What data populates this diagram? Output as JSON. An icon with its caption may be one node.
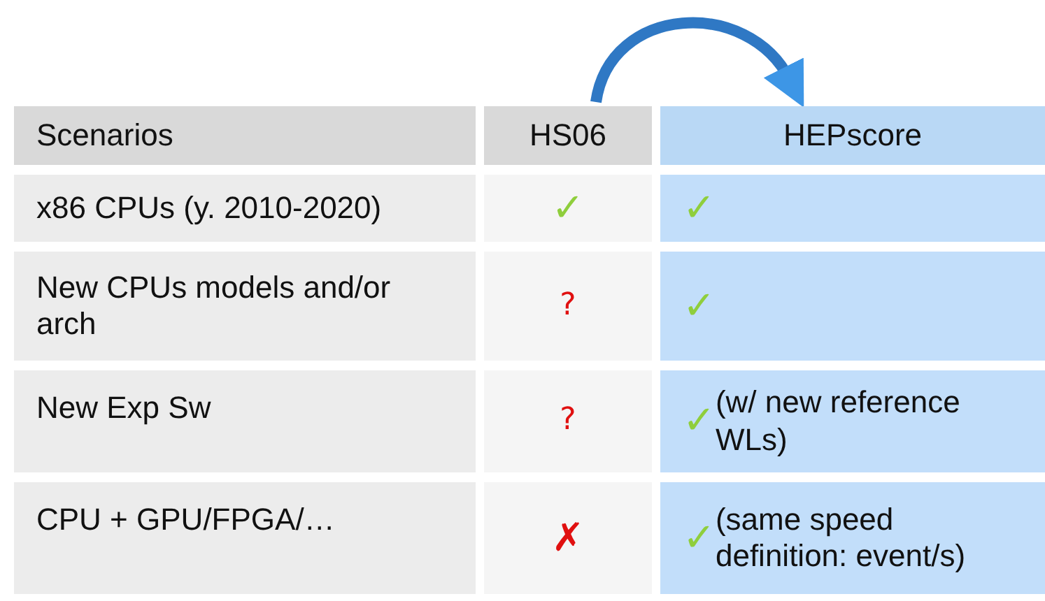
{
  "diagram": {
    "nodes": [
      {
        "text": [
          "HS06"
        ]
      },
      {
        "text": [
          "HEPscore"
        ]
      }
    ],
    "edges": [
      {
        "from": 0,
        "to": 1,
        "arrow": "to"
      }
    ],
    "labels": [
      "Scenarios",
      "x86 CPUs (y. 2010-2020)",
      "✓",
      "✓",
      "New CPUs models and/or arch",
      "?",
      "✓",
      "New Exp Sw",
      "?",
      "✓",
      "(w/ new reference WLs)",
      "CPU + GPU/FPGA/…",
      "✗",
      "✓",
      "(same speed definition: event/s)"
    ]
  }
}
